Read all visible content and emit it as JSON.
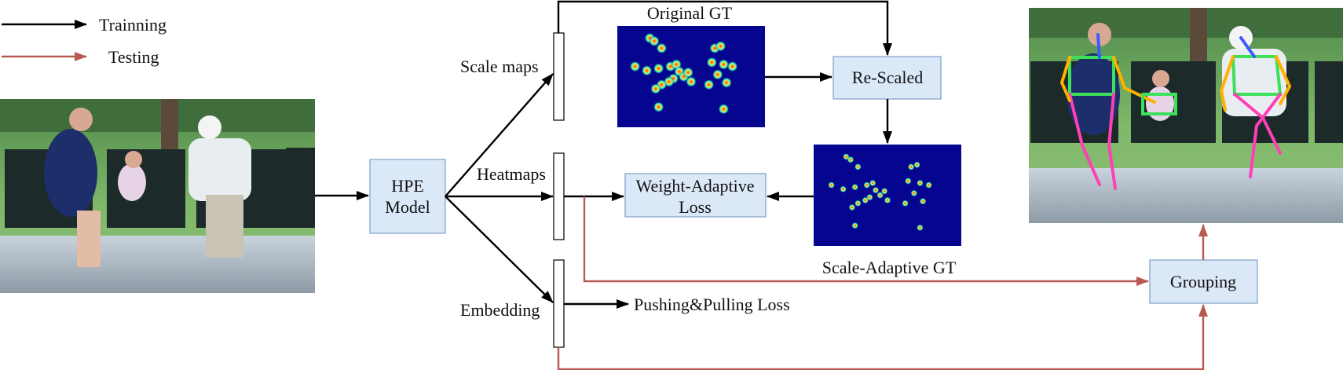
{
  "legend": {
    "training": "Trainning",
    "testing": "Testing"
  },
  "labels": {
    "scale_maps": "Scale maps",
    "heatmaps": "Heatmaps",
    "embedding": "Embedding",
    "original_gt": "Original GT",
    "scale_adaptive_gt": "Scale-Adaptive GT",
    "pushing_pulling_loss": "Pushing&Pulling Loss"
  },
  "boxes": {
    "hpe_model": [
      "HPE",
      "Model"
    ],
    "re_scaled": [
      "Re-Scaled"
    ],
    "weight_adaptive_loss": [
      "Weight-Adaptive",
      "Loss"
    ],
    "grouping": [
      "Grouping"
    ]
  },
  "colors": {
    "training": "#000000",
    "testing": "#b85a52",
    "box_fill": "#dbe8f8",
    "heatmap_bg": "#05058f"
  }
}
